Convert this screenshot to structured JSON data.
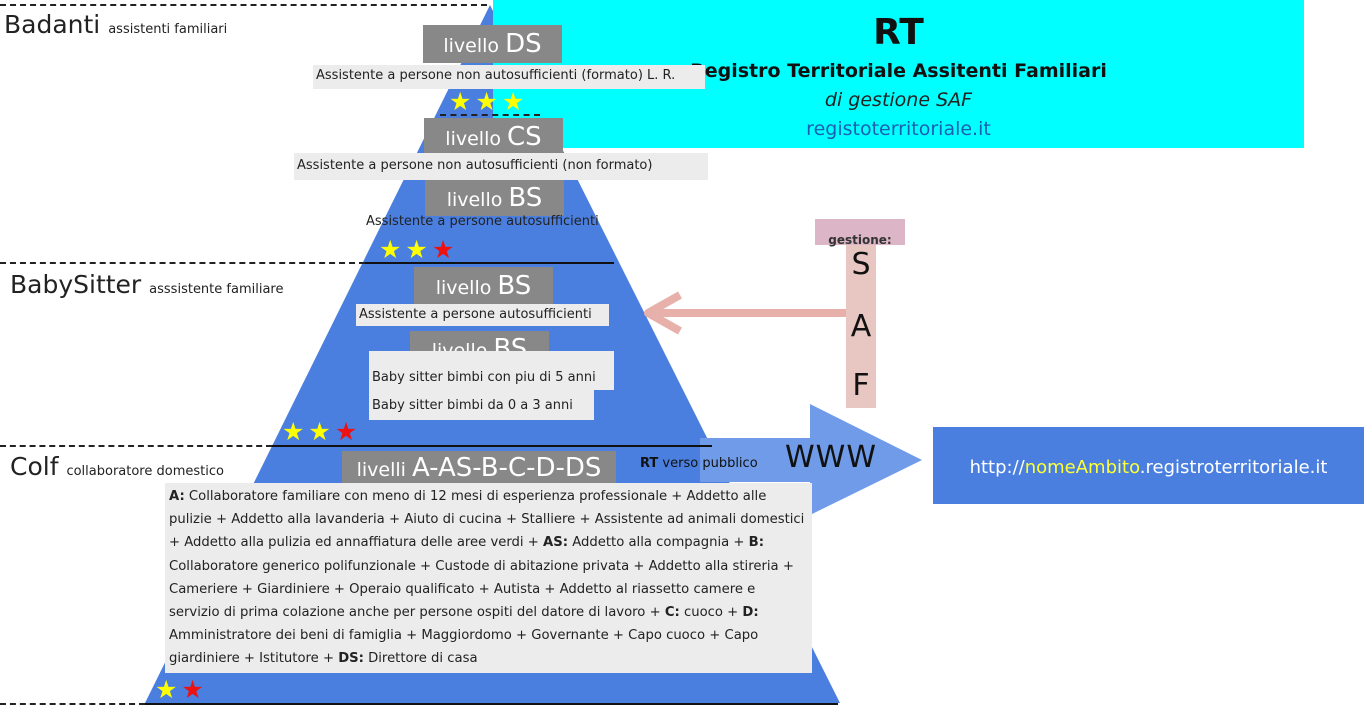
{
  "rt_panel": {
    "title": "RT",
    "subtitle": "Registro Territoriale Assitenti Familiari",
    "management": "di gestione SAF",
    "website": "registoterritoriale.it"
  },
  "categories": {
    "badanti": {
      "name": "Badanti",
      "sub": "assistenti familiari"
    },
    "babysitter": {
      "name": "BabySitter",
      "sub": "asssistente familiare"
    },
    "colf": {
      "name": "Colf",
      "sub": "collaboratore domestico"
    }
  },
  "levels": {
    "ds": {
      "prefix": "livello",
      "code": "DS",
      "desc": "Assistente a persone non autosufficienti (formato) L. R."
    },
    "cs": {
      "prefix": "livello",
      "code": "CS",
      "desc": "Assistente a persone non autosufficienti (non formato)"
    },
    "bs1": {
      "prefix": "livello",
      "code": "BS",
      "desc": "Assistente a persone autosufficienti"
    },
    "bs2": {
      "prefix": "livello",
      "code": "BS",
      "desc": "Assistente a persone autosufficienti"
    },
    "bs3": {
      "prefix": "livello",
      "code": "BS",
      "desc1": "Baby sitter bimbi con piu di 5 anni",
      "desc2": "Baby sitter bimbi da 0 a 3 anni"
    },
    "colf": {
      "prefix": "livelli",
      "code": "A-AS-B-C-D-DS"
    }
  },
  "colf_description": [
    {
      "b": "A:",
      "t": " Collaboratore familiare con meno di 12 mesi di esperienza professionale + Addetto alle pulizie + Addetto alla lavanderia + Aiuto di cucina + Stalliere + Assistente ad animali domestici + Addetto alla pulizia ed annaffiatura delle aree verdi + "
    },
    {
      "b": "AS:",
      "t": " Addetto alla compagnia + "
    },
    {
      "b": "B:",
      "t": " Collaboratore generico polifunzionale + Custode di abitazione privata + Addetto alla stireria + Cameriere + Giardiniere + Operaio qualificato + Autista + Addetto al riassetto camere e servizio di prima colazione anche per persone ospiti del datore di lavoro + "
    },
    {
      "b": "C:",
      "t": " cuoco + "
    },
    {
      "b": "D:",
      "t": " Amministratore dei beni di famiglia + Maggiordomo + Governante + Capo cuoco + Capo giardiniere + Istitutore  + "
    },
    {
      "b": "DS:",
      "t": " Direttore di casa"
    }
  ],
  "saf": {
    "header": "gestione:",
    "letters": [
      "S",
      "A",
      "F"
    ]
  },
  "public": {
    "rt": "RT",
    "text": " verso pubblico",
    "www": "WWW"
  },
  "url": {
    "prefix": "http://",
    "highlight": "nomeAmbito",
    "suffix": ".registroterritoriale.it"
  },
  "stars": {
    "top": [
      "yellow",
      "yellow",
      "yellow"
    ],
    "upper": [
      "yellow",
      "yellow",
      "red"
    ],
    "middle": [
      "yellow",
      "yellow",
      "red"
    ],
    "bottom": [
      "yellow",
      "red"
    ]
  },
  "colors": {
    "pyramid": "#4a7fe0",
    "panel": "#00ffff",
    "level_box": "#888888",
    "desc_box": "#ececec",
    "saf_bar": "#e8c7c3",
    "arrow_saf": "#e8b0aa",
    "arrow_www": "#6f9be8"
  }
}
